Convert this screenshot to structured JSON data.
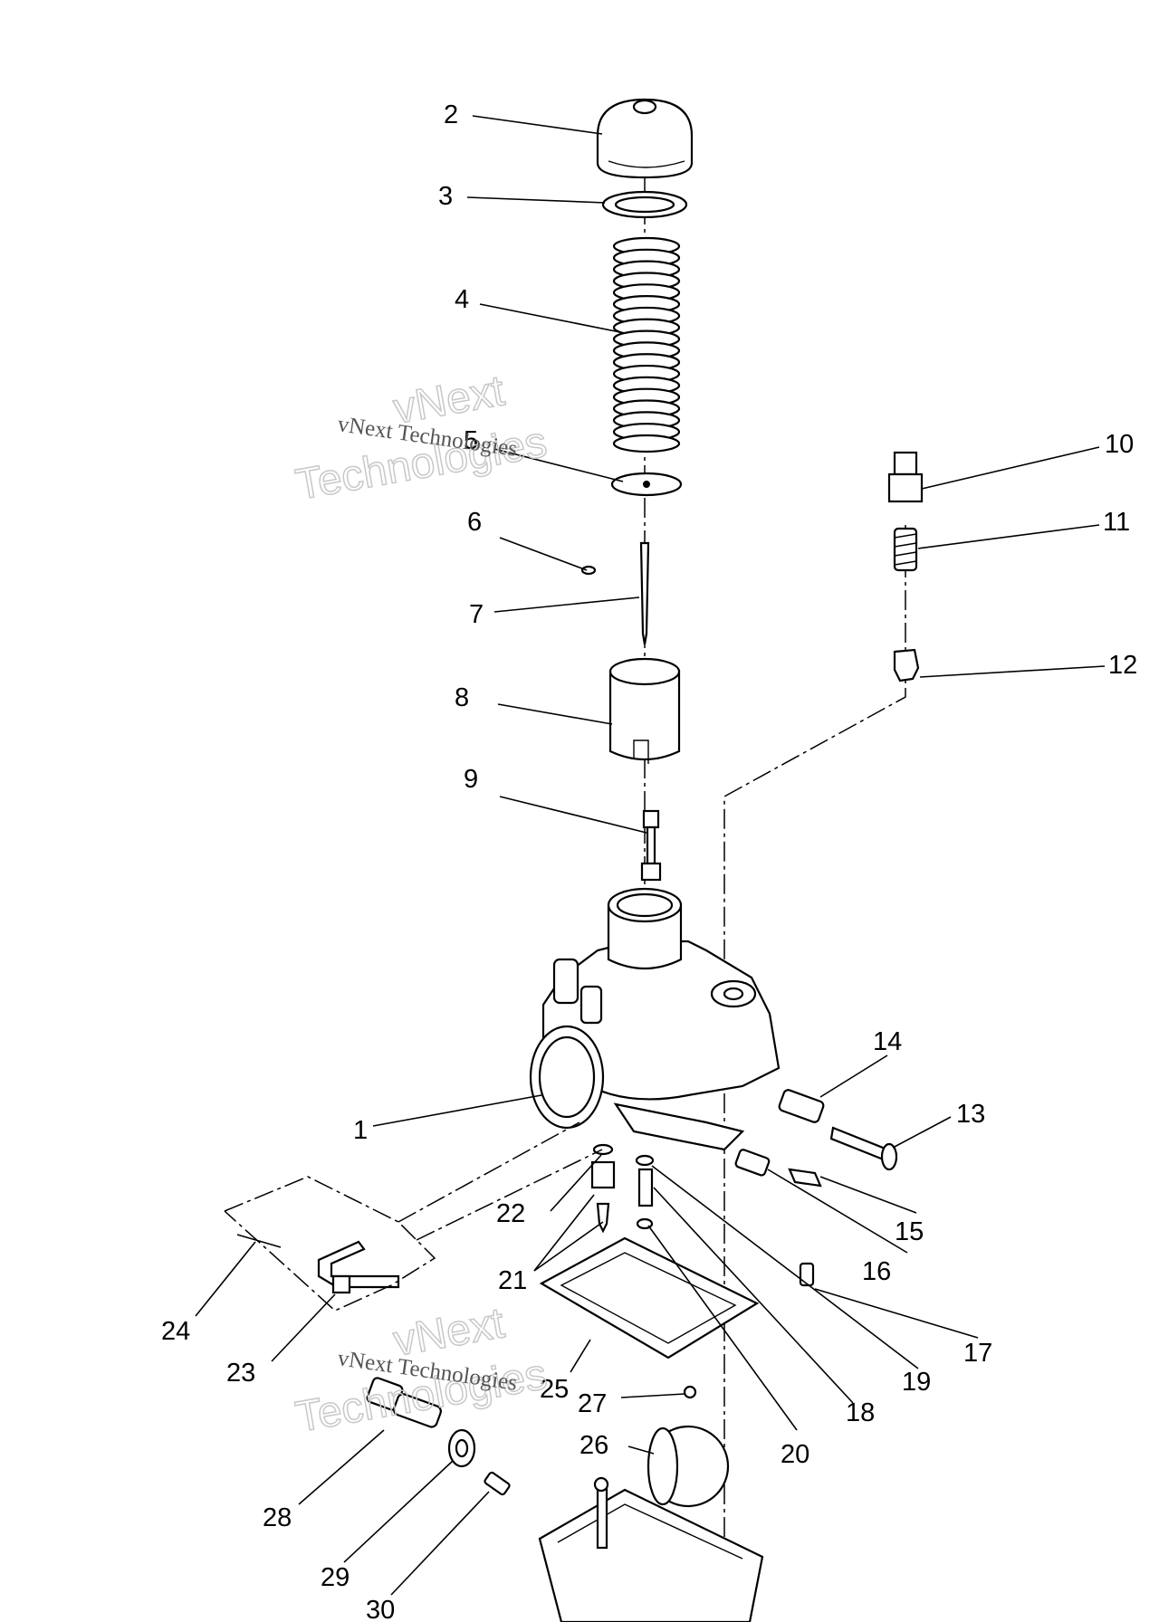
{
  "diagram": {
    "callouts": [
      {
        "id": "1",
        "text": "1"
      },
      {
        "id": "2",
        "text": "2"
      },
      {
        "id": "3",
        "text": "3"
      },
      {
        "id": "4",
        "text": "4"
      },
      {
        "id": "5",
        "text": "5"
      },
      {
        "id": "6",
        "text": "6"
      },
      {
        "id": "7",
        "text": "7"
      },
      {
        "id": "8",
        "text": "8"
      },
      {
        "id": "9",
        "text": "9"
      },
      {
        "id": "10",
        "text": "10"
      },
      {
        "id": "11",
        "text": "11"
      },
      {
        "id": "12",
        "text": "12"
      },
      {
        "id": "13",
        "text": "13"
      },
      {
        "id": "14",
        "text": "14"
      },
      {
        "id": "15",
        "text": "15"
      },
      {
        "id": "16",
        "text": "16"
      },
      {
        "id": "17",
        "text": "17"
      },
      {
        "id": "18",
        "text": "18"
      },
      {
        "id": "19",
        "text": "19"
      },
      {
        "id": "20",
        "text": "20"
      },
      {
        "id": "21",
        "text": "21"
      },
      {
        "id": "22",
        "text": "22"
      },
      {
        "id": "23",
        "text": "23"
      },
      {
        "id": "24",
        "text": "24"
      },
      {
        "id": "25",
        "text": "25"
      },
      {
        "id": "26",
        "text": "26"
      },
      {
        "id": "27",
        "text": "27"
      },
      {
        "id": "28",
        "text": "28"
      },
      {
        "id": "29",
        "text": "29"
      },
      {
        "id": "30",
        "text": "30"
      }
    ]
  },
  "watermarks": [
    {
      "big_line1": "vNext",
      "big_line2": "Technologies",
      "small": "vNext Technologies"
    },
    {
      "big_line1": "vNext",
      "big_line2": "Technologies",
      "small": "vNext Technologies"
    }
  ],
  "colors": {
    "ink": "#000000",
    "paper": "#ffffff",
    "watermark": "#c8c8c8"
  }
}
